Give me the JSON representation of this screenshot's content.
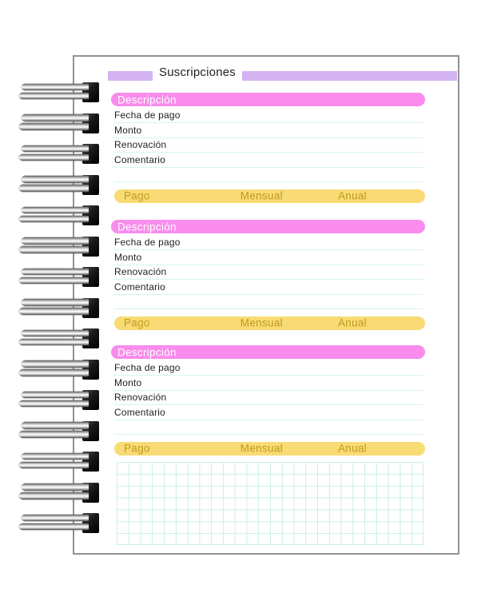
{
  "notebook": {
    "page_title": "Suscripciones",
    "spiral_count": 15,
    "sections": [
      {
        "header": "Descripción",
        "fields": [
          "Fecha de pago",
          "Monto",
          "Renovación",
          "Comentario"
        ],
        "extra_blank_lines": 1,
        "payment_row": {
          "label": "Pago",
          "frequency_options": [
            "Mensual",
            "Anual"
          ]
        }
      },
      {
        "header": "Descripción",
        "fields": [
          "Fecha de pago",
          "Monto",
          "Renovación",
          "Comentario"
        ],
        "extra_blank_lines": 1,
        "payment_row": {
          "label": "Pago",
          "frequency_options": [
            "Mensual",
            "Anual"
          ]
        }
      },
      {
        "header": "Descripción",
        "fields": [
          "Fecha de pago",
          "Monto",
          "Renovación",
          "Comentario"
        ],
        "extra_blank_lines": 1,
        "payment_row": {
          "label": "Pago",
          "frequency_options": [
            "Mensual",
            "Anual"
          ]
        }
      }
    ],
    "notes_grid": {
      "columns": 26,
      "rows": 7
    }
  },
  "colors": {
    "lavender_accent": "#D4B3F2",
    "pink_header": "#F98CEC",
    "yellow_payment": "#F8DB74",
    "mustard_text": "#C2991F",
    "field_line": "#D6F5EB",
    "grid_line": "#C8F0E2",
    "page_border": "#8F9393",
    "text": "#1F1F1F",
    "header_text": "#FFFFFF"
  }
}
